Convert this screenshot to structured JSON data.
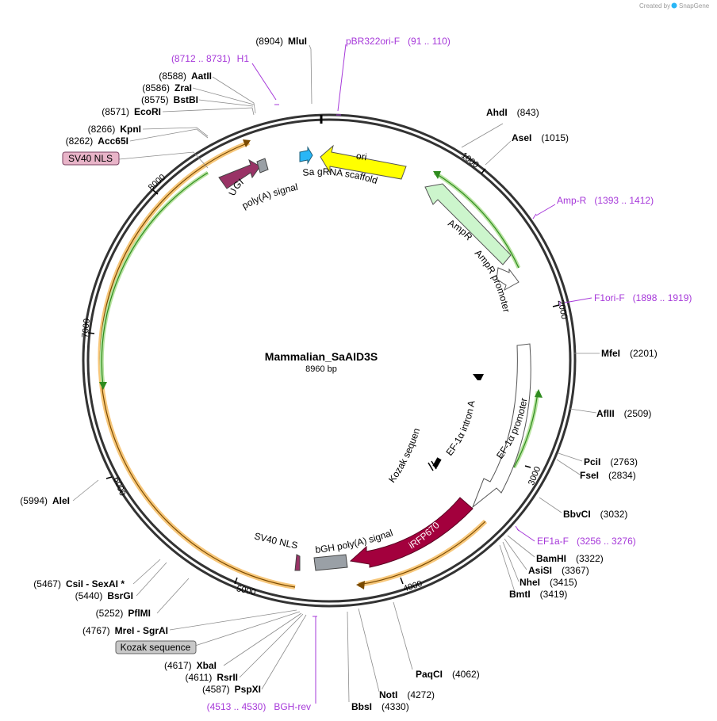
{
  "watermark": {
    "created_by": "Created by",
    "app": "SnapGene"
  },
  "plasmid": {
    "name": "Mammalian_SaAID3S",
    "length": "8960 bp"
  },
  "ticks": [
    "1000",
    "2000",
    "3000",
    "4000",
    "5000",
    "6000",
    "7000",
    "8000"
  ],
  "sites": [
    {
      "name": "MluI",
      "pos": "(8904)"
    },
    {
      "name": "AatII",
      "pos": "(8588)"
    },
    {
      "name": "ZraI",
      "pos": "(8586)"
    },
    {
      "name": "BstBI",
      "pos": "(8575)"
    },
    {
      "name": "EcoRI",
      "pos": "(8571)"
    },
    {
      "name": "KpnI",
      "pos": "(8266)"
    },
    {
      "name": "Acc65I",
      "pos": "(8262)"
    },
    {
      "name": "AhdI",
      "pos": "(843)"
    },
    {
      "name": "AseI",
      "pos": "(1015)"
    },
    {
      "name": "MfeI",
      "pos": "(2201)"
    },
    {
      "name": "AflII",
      "pos": "(2509)"
    },
    {
      "name": "PciI",
      "pos": "(2763)"
    },
    {
      "name": "FseI",
      "pos": "(2834)"
    },
    {
      "name": "BbvCI",
      "pos": "(3032)"
    },
    {
      "name": "BamHI",
      "pos": "(3322)"
    },
    {
      "name": "AsiSI",
      "pos": "(3367)"
    },
    {
      "name": "NheI",
      "pos": "(3415)"
    },
    {
      "name": "BmtI",
      "pos": "(3419)"
    },
    {
      "name": "PaqCI",
      "pos": "(4062)"
    },
    {
      "name": "NotI",
      "pos": "(4272)"
    },
    {
      "name": "BbsI",
      "pos": "(4330)"
    },
    {
      "name": "PspXI",
      "pos": "(4587)"
    },
    {
      "name": "RsrII",
      "pos": "(4611)"
    },
    {
      "name": "XbaI",
      "pos": "(4617)"
    },
    {
      "name": "MreI  - SgrAI",
      "pos": "(4767)"
    },
    {
      "name": "PflMI",
      "pos": "(5252)"
    },
    {
      "name": "BsrGI",
      "pos": "(5440)"
    },
    {
      "name": "CsiI  - SexAI *",
      "pos": "(5467)"
    },
    {
      "name": "AleI",
      "pos": "(5994)"
    }
  ],
  "primers": [
    {
      "name": "H1",
      "range": "(8712 .. 8731)"
    },
    {
      "name": "pBR322ori-F",
      "range": "(91 .. 110)"
    },
    {
      "name": "Amp-R",
      "range": "(1393 .. 1412)"
    },
    {
      "name": "F1ori-F",
      "range": "(1898 .. 1919)"
    },
    {
      "name": "EF1a-F",
      "range": "(3256 .. 3276)"
    },
    {
      "name": "BGH-rev",
      "range": "(4513 .. 4530)"
    }
  ],
  "features": {
    "ori": "ori",
    "sa_grna": "Sa gRNA scaffold",
    "ampr": "AmpR",
    "ampr_promoter": "AmpR promoter",
    "ef1a_promoter": "EF-1α promoter",
    "ef1a_intron": "EF-1α intron A",
    "kozak": "Kozak sequence",
    "irfp670": "iRFP670",
    "bgh": "bGH poly(A) signal",
    "sv40_nls": "SV40 NLS",
    "ugi": "UGI",
    "polya": "poly(A) signal"
  },
  "boxes": {
    "sv40_nls": "SV40 NLS",
    "kozak": "Kozak sequence"
  },
  "colors": {
    "primer": "#a638d9",
    "ori": "#ffff00",
    "ampr": "#ccf5cc",
    "irfp670": "#a3003d",
    "ugi": "#993366",
    "sa_grna": "#29b6f6",
    "orf_orange": "#f5a623",
    "orf_green": "#2e8b1e",
    "bgh": "#9aa0a6"
  }
}
